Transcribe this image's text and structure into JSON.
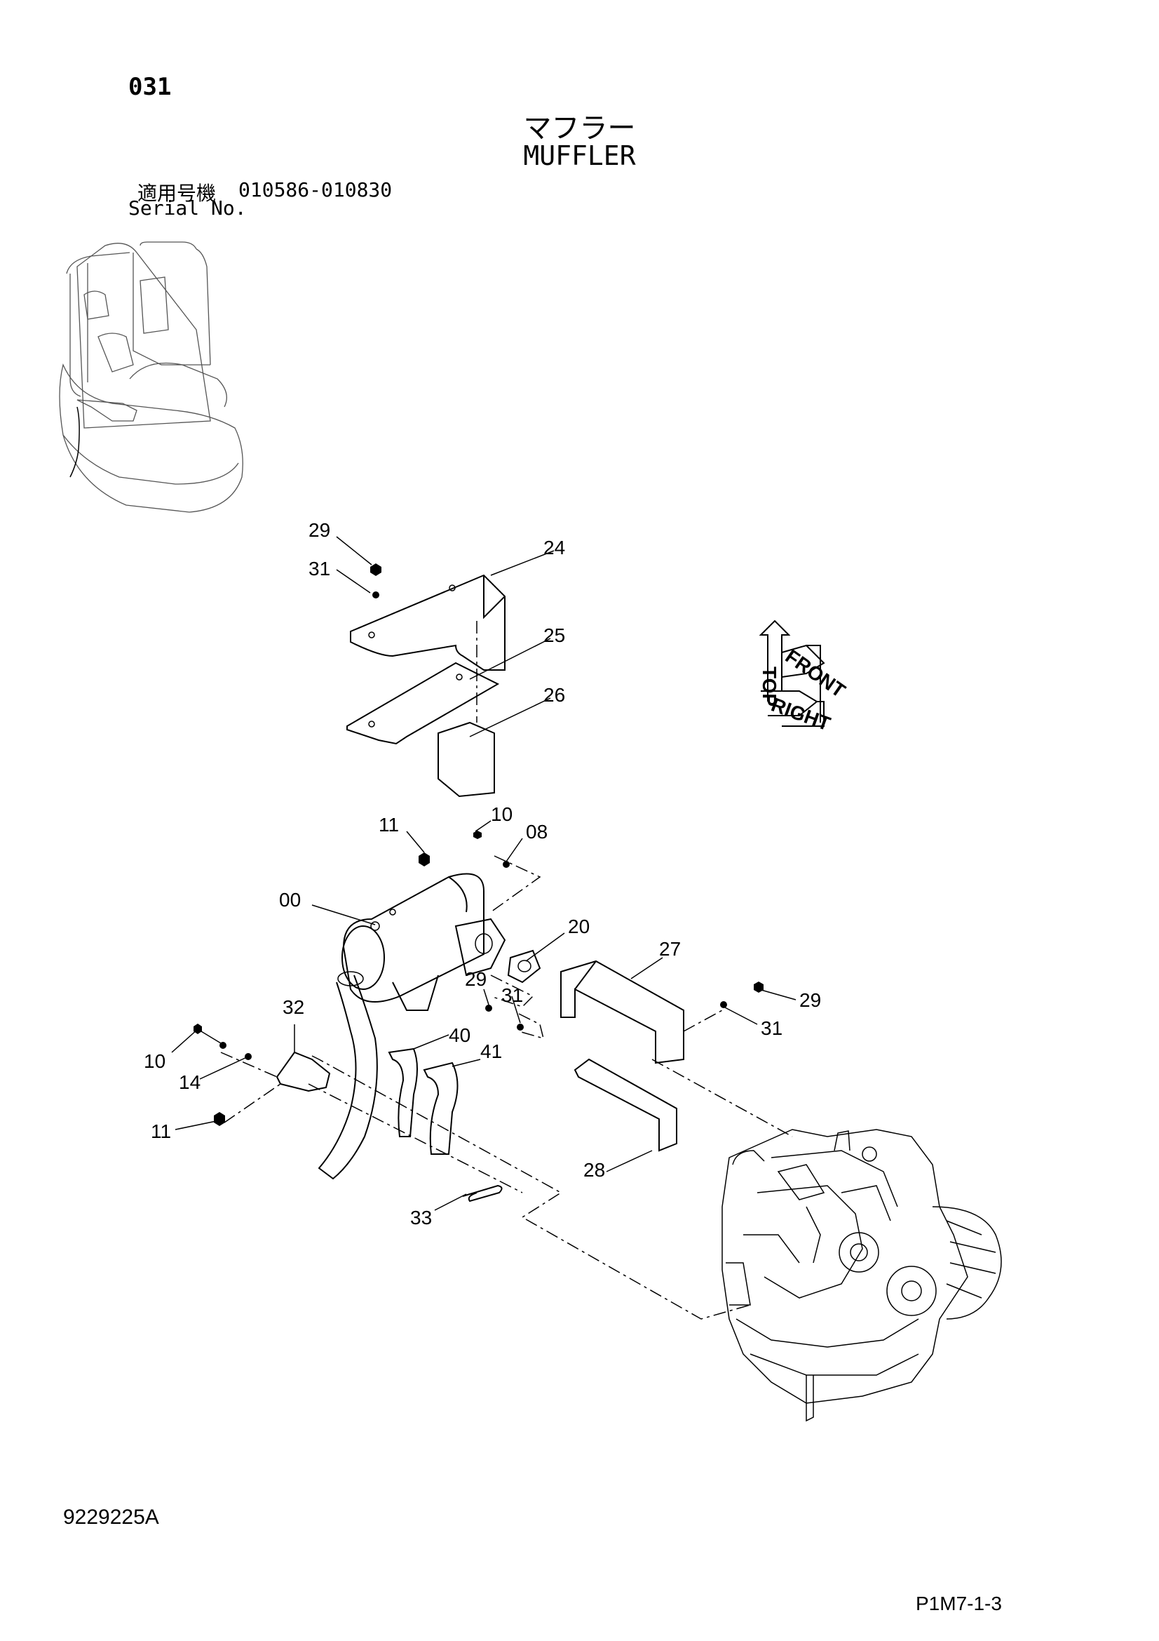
{
  "page_number": "031",
  "title": {
    "jp": "マフラー",
    "en": "MUFFLER"
  },
  "serial": {
    "label_jp": "適用号機",
    "range": "010586-010830",
    "label_en": "Serial No."
  },
  "doc_code": "9229225A",
  "page_code": "P1M7-1-3",
  "orientation": {
    "top": "TOP",
    "front": "FRONT",
    "right": "RIGHT"
  },
  "callouts": [
    {
      "id": "c-29-a",
      "label": "29"
    },
    {
      "id": "c-31-a",
      "label": "31"
    },
    {
      "id": "c-24",
      "label": "24"
    },
    {
      "id": "c-25",
      "label": "25"
    },
    {
      "id": "c-26",
      "label": "26"
    },
    {
      "id": "c-11-a",
      "label": "11"
    },
    {
      "id": "c-10-a",
      "label": "10"
    },
    {
      "id": "c-08",
      "label": "08"
    },
    {
      "id": "c-00",
      "label": "00"
    },
    {
      "id": "c-20",
      "label": "20"
    },
    {
      "id": "c-27",
      "label": "27"
    },
    {
      "id": "c-29-b",
      "label": "29"
    },
    {
      "id": "c-31-b",
      "label": "31"
    },
    {
      "id": "c-29-c",
      "label": "29"
    },
    {
      "id": "c-31-c",
      "label": "31"
    },
    {
      "id": "c-32",
      "label": "32"
    },
    {
      "id": "c-40",
      "label": "40"
    },
    {
      "id": "c-41",
      "label": "41"
    },
    {
      "id": "c-10-b",
      "label": "10"
    },
    {
      "id": "c-14",
      "label": "14"
    },
    {
      "id": "c-11-b",
      "label": "11"
    },
    {
      "id": "c-28",
      "label": "28"
    },
    {
      "id": "c-33",
      "label": "33"
    }
  ]
}
